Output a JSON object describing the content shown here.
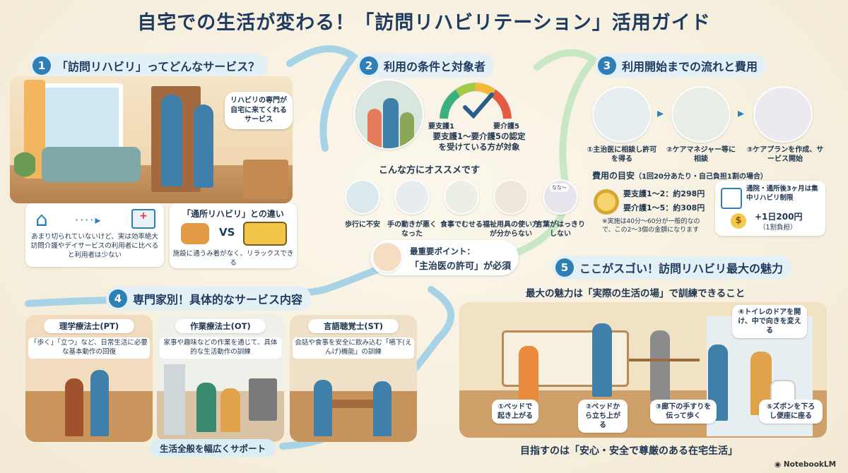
{
  "title": "自宅での生活が変わる！「訪問リハビリテーション」活用ガイド",
  "s1": {
    "num": "1",
    "heading": "「訪問リハビリ」ってどんなサービス？",
    "bubble": "リハビリの専門が自宅に来てくれるサービス",
    "note": "あまり切られていないけど、実は効率絶大訪問介護やデイサービスの利用者に比べると利用者は少ない",
    "diff_title": "「通所リハビリ」との違い",
    "vs": "VS",
    "diff_note": "施設に通うみ着がなく、リラックスできる"
  },
  "s2": {
    "num": "2",
    "heading": "利用の条件と対象者",
    "gauge_left": "要支護1",
    "gauge_right": "要介護5",
    "cond": "要支護1〜要介護5の認定を受けている方が対象",
    "recommend": "こんな方にオススメです",
    "items": [
      "歩行に不安",
      "手の動きが悪くなった",
      "食事でむせる",
      "福祉用具の使い方が分からない",
      "言葉がはっきりしない"
    ],
    "speech": "なな〜",
    "point_title": "最重要ポイント：",
    "point": "「主治医の許可」が必須"
  },
  "s3": {
    "num": "3",
    "heading": "利用開始までの流れと費用",
    "steps": [
      "①主治医に相談し許可を得る",
      "②ケアマネジャー等に相談",
      "③ケアプランを作成、サービス開始"
    ],
    "fee_title": "費用の目安",
    "fee_sub": "（1回20分あたり・自己負担1割の場合）",
    "fee1": "要支護1〜2：約298円",
    "fee2": "要介護1〜5：約308円",
    "fee_note": "※実施は40分〜60分が一般的なので、この2〜3個の金額になります",
    "limit1": "通院・通所後3ヶ月は集中リハビリ制限",
    "limit2": "+1日200円",
    "limit3": "（1割負担）"
  },
  "s4": {
    "num": "4",
    "heading": "専門家別！具体的なサービス内容",
    "cards": [
      {
        "title": "理学療法士(PT)",
        "desc": "「歩く」「立つ」など、日常生活に必要な基本動作の回復"
      },
      {
        "title": "作業療法士(OT)",
        "desc": "家事や趣味などの作業を通じて、具体的な生活動作の訓練"
      },
      {
        "title": "言語聴覚士(ST)",
        "desc": "会話や食事を安全に飲み込む「嚥下(えんげ)機能」の訓練"
      }
    ],
    "footer": "生活全般を幅広くサポート"
  },
  "s5": {
    "num": "5",
    "heading": "ここがスゴい！訪問リハビリ最大の魅力",
    "sub": "最大の魅力は「実際の生活の場」で訓練できること",
    "steps": [
      "①ベッドで起き上がる",
      "②ベッドから立ち上がる",
      "③廊下の手すりを伝って歩く",
      "④トイレのドアを開け、中で向きを変える",
      "⑤ズボンを下ろし便座に座る"
    ],
    "goal": "目指すのは「安心・安全で尊厳のある在宅生活」"
  },
  "brand": "NotebookLM",
  "colors": {
    "accent": "#2f7fb7",
    "navy": "#1e3a5f",
    "road": "#a7d3e6"
  }
}
